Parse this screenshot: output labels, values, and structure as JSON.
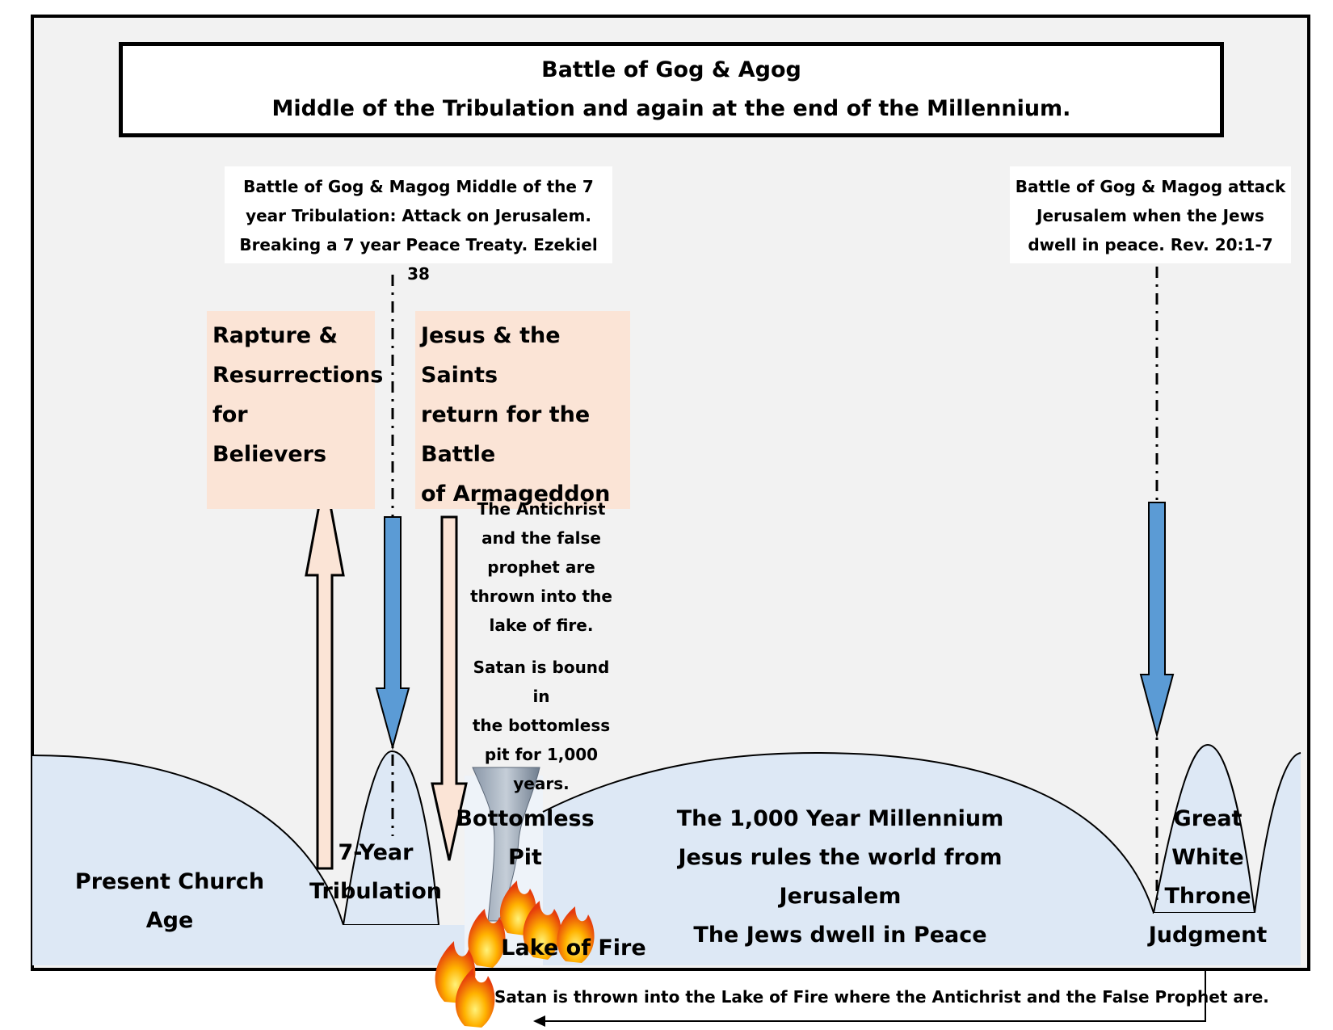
{
  "title": {
    "line1": "Battle of Gog & Agog",
    "line2": "Middle of the Tribulation and again at the end of the Millennium."
  },
  "callouts": {
    "left": "Battle of Gog & Magog Middle of the 7 year Tribulation: Attack on Jerusalem. Breaking a 7 year Peace Treaty. Ezekiel 38",
    "right": "Battle of Gog & Magog attack Jerusalem when the Jews dwell in peace. Rev. 20:1-7"
  },
  "boxes": {
    "rapture": "Rapture &\nResurrections\nfor Believers",
    "return": "Jesus & the Saints\nreturn for the\nBattle\nof Armageddon"
  },
  "notes": {
    "antichrist": "The Antichrist\nand the false\nprophet are\nthrown into the\nlake of fire.",
    "satan_bound": "Satan is bound in\nthe bottomless\npit for 1,000\nyears."
  },
  "labels": {
    "church_age": "Present Church Age",
    "tribulation": "7-Year\nTribulation",
    "bottomless_pit": "Bottomless\nPit",
    "millennium": "The 1,000 Year Millennium\nJesus rules the world from Jerusalem\nThe Jews dwell in Peace",
    "judgment": "Great\nWhite\nThrone\nJudgment",
    "lake_of_fire": "Lake of Fire",
    "satan_thrown": "Satan is thrown into the Lake of Fire where the Antichrist and the False Prophet are."
  },
  "colors": {
    "frame_bg": "#f2f2f2",
    "hill_fill": "#dde8f5",
    "peach": "#fbe4d6",
    "blue_arrow": "#5b9bd5"
  }
}
